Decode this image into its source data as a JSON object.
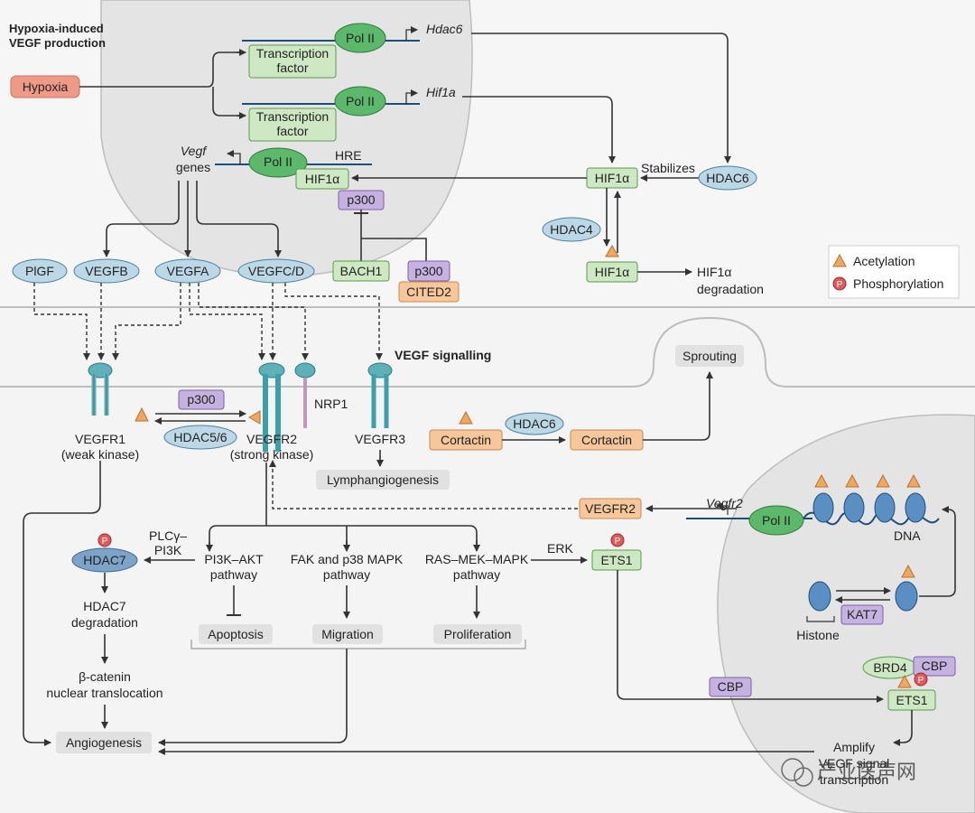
{
  "colors": {
    "green_box": "#cfe8c4",
    "green_stroke": "#5a9a4f",
    "blue_oval": "#bcd8e6",
    "blue_stroke": "#4b7fa0",
    "purple_box": "#c6b2e0",
    "purple_stroke": "#7d5fa8",
    "orange_box": "#f6c79b",
    "orange_stroke": "#c98850",
    "red_box": "#ef9a86",
    "gray_box": "#e1e1e1",
    "pol_green": "#5cb86a",
    "acetyl": "#f0a860",
    "phospho": "#e05a5a",
    "nucleus": "#e6e6e6",
    "arrow": "#333333"
  },
  "sections": {
    "top_title_line1": "Hypoxia-induced",
    "top_title_line2": "VEGF production",
    "signalling_title": "VEGF signalling"
  },
  "legend": {
    "acetylation": "Acetylation",
    "phosphorylation": "Phosphorylation",
    "phospho_symbol": "P"
  },
  "top": {
    "hypoxia": "Hypoxia",
    "tf_line1": "Transcription",
    "tf_line2": "factor",
    "pol2": "Pol II",
    "hdac6_gene": "Hdac6",
    "hif1a_gene": "Hif1a",
    "vegf_genes_1": "Vegf",
    "vegf_genes_2": "genes",
    "hre": "HRE",
    "hif1a": "HIF1α",
    "p300": "p300",
    "stabilizes": "Stabilizes",
    "hdac6": "HDAC6",
    "hdac4": "HDAC4",
    "hif1a_deg_1": "HIF1α",
    "hif1a_deg_2": "degradation",
    "bach1": "BACH1",
    "cited2": "CITED2",
    "plgf": "PlGF",
    "vegfb": "VEGFB",
    "vegfa": "VEGFA",
    "vegfcd": "VEGFC/D"
  },
  "bottom": {
    "vegfr1_1": "VEGFR1",
    "vegfr1_2": "(weak kinase)",
    "vegfr2_1": "VEGFR2",
    "vegfr2_2": "(strong kinase)",
    "vegfr3": "VEGFR3",
    "nrp1": "NRP1",
    "p300": "p300",
    "hdac56": "HDAC5/6",
    "lymph": "Lymphangiogenesis",
    "cortactin": "Cortactin",
    "hdac6": "HDAC6",
    "sprouting": "Sprouting",
    "vegfr2_box": "VEGFR2",
    "vegfr2_gene": "Vegfr2",
    "pol2": "Pol II",
    "dna": "DNA",
    "histone": "Histone",
    "kat7": "KAT7",
    "plcg_1": "PLCγ–",
    "plcg_2": "PI3K",
    "hdac7": "HDAC7",
    "hdac7_deg_1": "HDAC7",
    "hdac7_deg_2": "degradation",
    "bcat_1": "β-catenin",
    "bcat_2": "nuclear translocation",
    "angiogenesis": "Angiogenesis",
    "pi3k_1": "PI3K–AKT",
    "pi3k_2": "pathway",
    "fak_1": "FAK and p38 MAPK",
    "fak_2": "pathway",
    "ras_1": "RAS–MEK–MAPK",
    "ras_2": "pathway",
    "apoptosis": "Apoptosis",
    "migration": "Migration",
    "proliferation": "Proliferation",
    "erk": "ERK",
    "ets1": "ETS1",
    "brd4": "BRD4",
    "cbp": "CBP",
    "amplify_1": "Amplify",
    "amplify_2": "VEGF signal",
    "amplify_3": "transcription"
  },
  "watermark": "产业医声网"
}
